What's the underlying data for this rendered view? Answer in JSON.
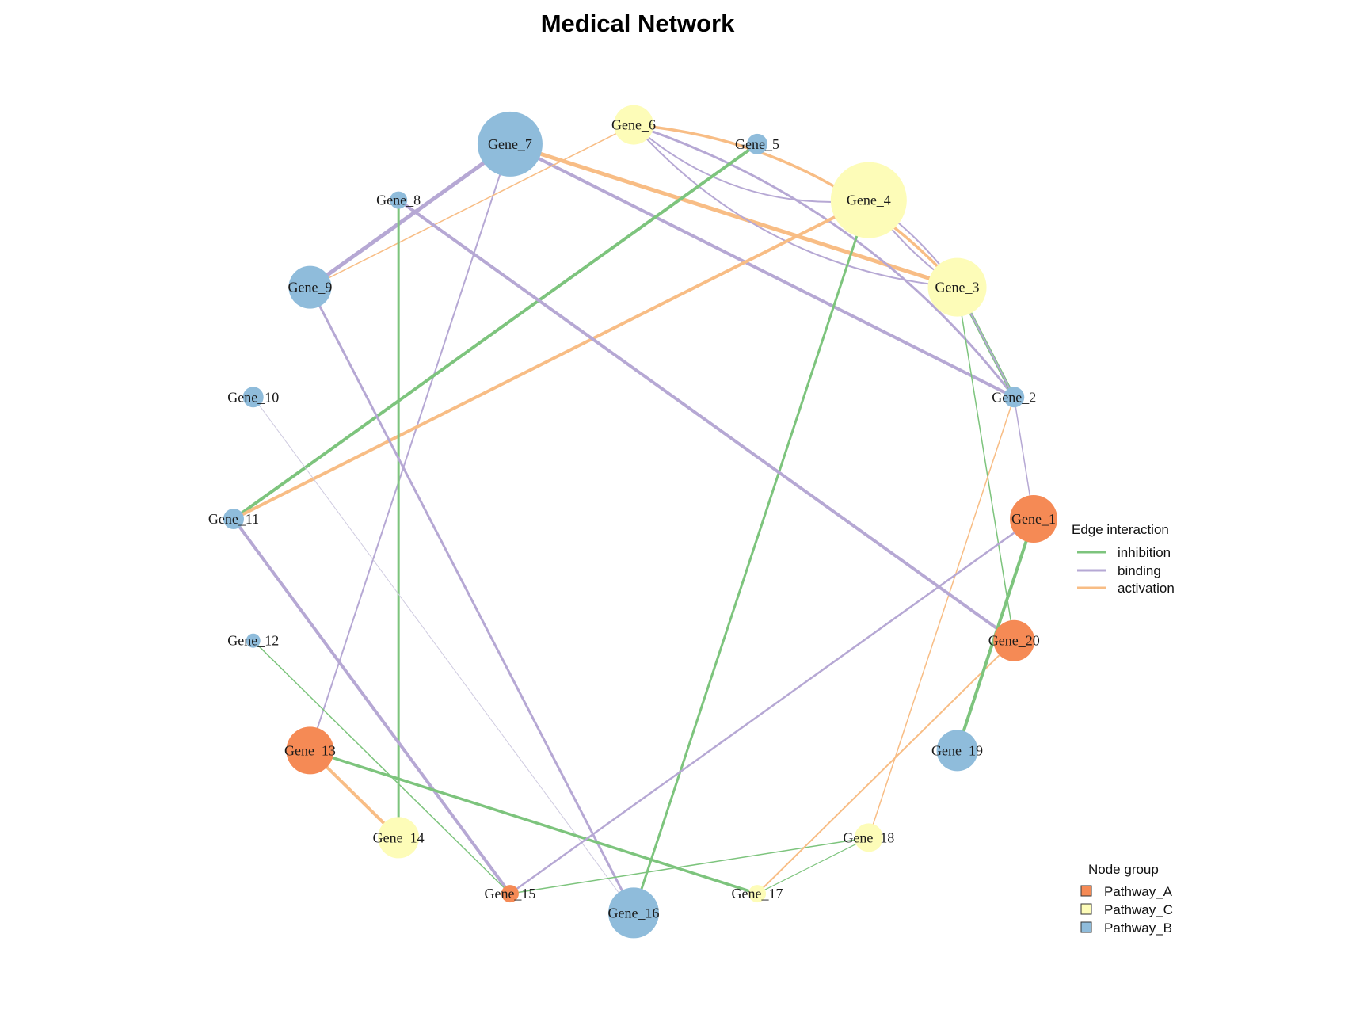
{
  "title": "Medical Network",
  "colors": {
    "Pathway_A": "#f58a55",
    "Pathway_B": "#8fbcdb",
    "Pathway_C": "#fdfcb8",
    "inhibition": "#7dc47d",
    "binding": "#b6a8d4",
    "activation": "#f8bd85"
  },
  "legend_edges": {
    "title": "Edge interaction",
    "items": [
      {
        "key": "inhibition",
        "label": "inhibition"
      },
      {
        "key": "binding",
        "label": "binding"
      },
      {
        "key": "activation",
        "label": "activation"
      }
    ]
  },
  "legend_nodes": {
    "title": "Node group",
    "items": [
      {
        "key": "Pathway_A",
        "label": "Pathway_A"
      },
      {
        "key": "Pathway_C",
        "label": "Pathway_C"
      },
      {
        "key": "Pathway_B",
        "label": "Pathway_B"
      }
    ]
  },
  "chart_data": {
    "type": "network",
    "layout": "circle",
    "title": "Medical Network",
    "nodes": [
      {
        "id": "Gene_1",
        "group": "Pathway_A",
        "size": 30
      },
      {
        "id": "Gene_2",
        "group": "Pathway_B",
        "size": 13
      },
      {
        "id": "Gene_3",
        "group": "Pathway_C",
        "size": 37
      },
      {
        "id": "Gene_4",
        "group": "Pathway_C",
        "size": 48
      },
      {
        "id": "Gene_5",
        "group": "Pathway_B",
        "size": 13
      },
      {
        "id": "Gene_6",
        "group": "Pathway_C",
        "size": 25
      },
      {
        "id": "Gene_7",
        "group": "Pathway_B",
        "size": 41
      },
      {
        "id": "Gene_8",
        "group": "Pathway_B",
        "size": 11
      },
      {
        "id": "Gene_9",
        "group": "Pathway_B",
        "size": 27
      },
      {
        "id": "Gene_10",
        "group": "Pathway_B",
        "size": 13
      },
      {
        "id": "Gene_11",
        "group": "Pathway_B",
        "size": 13
      },
      {
        "id": "Gene_12",
        "group": "Pathway_B",
        "size": 9
      },
      {
        "id": "Gene_13",
        "group": "Pathway_A",
        "size": 30
      },
      {
        "id": "Gene_14",
        "group": "Pathway_C",
        "size": 26
      },
      {
        "id": "Gene_15",
        "group": "Pathway_A",
        "size": 11
      },
      {
        "id": "Gene_16",
        "group": "Pathway_B",
        "size": 32
      },
      {
        "id": "Gene_17",
        "group": "Pathway_C",
        "size": 11
      },
      {
        "id": "Gene_18",
        "group": "Pathway_C",
        "size": 18
      },
      {
        "id": "Gene_19",
        "group": "Pathway_B",
        "size": 26
      },
      {
        "id": "Gene_20",
        "group": "Pathway_A",
        "size": 26
      }
    ],
    "edges": [
      {
        "source": "Gene_7",
        "target": "Gene_9",
        "type": "binding",
        "weight": 5
      },
      {
        "source": "Gene_7",
        "target": "Gene_3",
        "type": "activation",
        "weight": 5
      },
      {
        "source": "Gene_7",
        "target": "Gene_2",
        "type": "binding",
        "weight": 4
      },
      {
        "source": "Gene_7",
        "target": "Gene_13",
        "type": "binding",
        "weight": 2
      },
      {
        "source": "Gene_6",
        "target": "Gene_9",
        "type": "activation",
        "weight": 1.5
      },
      {
        "source": "Gene_6",
        "target": "Gene_4",
        "type": "binding",
        "weight": 2,
        "curve": 1
      },
      {
        "source": "Gene_6",
        "target": "Gene_3",
        "type": "binding",
        "weight": 2,
        "curve": 1
      },
      {
        "source": "Gene_6",
        "target": "Gene_3",
        "type": "activation",
        "weight": 3.5,
        "curve": -1
      },
      {
        "source": "Gene_6",
        "target": "Gene_2",
        "type": "binding",
        "weight": 3,
        "curve": -1
      },
      {
        "source": "Gene_5",
        "target": "Gene_11",
        "type": "inhibition",
        "weight": 4
      },
      {
        "source": "Gene_4",
        "target": "Gene_11",
        "type": "activation",
        "weight": 4
      },
      {
        "source": "Gene_4",
        "target": "Gene_3",
        "type": "binding",
        "weight": 2,
        "curve": 0.4
      },
      {
        "source": "Gene_4",
        "target": "Gene_3",
        "type": "binding",
        "weight": 2,
        "curve": -0.4
      },
      {
        "source": "Gene_4",
        "target": "Gene_16",
        "type": "inhibition",
        "weight": 3
      },
      {
        "source": "Gene_3",
        "target": "Gene_2",
        "type": "inhibition",
        "weight": 4
      },
      {
        "source": "Gene_3",
        "target": "Gene_2",
        "type": "binding",
        "weight": 2
      },
      {
        "source": "Gene_3",
        "target": "Gene_20",
        "type": "inhibition",
        "weight": 1.5
      },
      {
        "source": "Gene_2",
        "target": "Gene_1",
        "type": "binding",
        "weight": 1.5
      },
      {
        "source": "Gene_2",
        "target": "Gene_18",
        "type": "activation",
        "weight": 1.5
      },
      {
        "source": "Gene_8",
        "target": "Gene_14",
        "type": "inhibition",
        "weight": 3
      },
      {
        "source": "Gene_8",
        "target": "Gene_20",
        "type": "binding",
        "weight": 4
      },
      {
        "source": "Gene_9",
        "target": "Gene_16",
        "type": "binding",
        "weight": 3
      },
      {
        "source": "Gene_10",
        "target": "Gene_16",
        "type": "binding",
        "weight": 1,
        "faint": true
      },
      {
        "source": "Gene_11",
        "target": "Gene_15",
        "type": "binding",
        "weight": 4
      },
      {
        "source": "Gene_12",
        "target": "Gene_15",
        "type": "inhibition",
        "weight": 1.5
      },
      {
        "source": "Gene_13",
        "target": "Gene_14",
        "type": "activation",
        "weight": 4
      },
      {
        "source": "Gene_13",
        "target": "Gene_17",
        "type": "inhibition",
        "weight": 3.5
      },
      {
        "source": "Gene_15",
        "target": "Gene_1",
        "type": "binding",
        "weight": 2.5
      },
      {
        "source": "Gene_15",
        "target": "Gene_18",
        "type": "inhibition",
        "weight": 1.5
      },
      {
        "source": "Gene_17",
        "target": "Gene_18",
        "type": "inhibition",
        "weight": 1.2
      },
      {
        "source": "Gene_17",
        "target": "Gene_20",
        "type": "activation",
        "weight": 2
      },
      {
        "source": "Gene_1",
        "target": "Gene_19",
        "type": "inhibition",
        "weight": 4
      }
    ],
    "legend": [
      {
        "title": "Edge interaction",
        "entries": [
          "inhibition",
          "binding",
          "activation"
        ],
        "placement": "right"
      },
      {
        "title": "Node group",
        "entries": [
          "Pathway_A",
          "Pathway_C",
          "Pathway_B"
        ],
        "placement": "bottom-right"
      }
    ]
  }
}
